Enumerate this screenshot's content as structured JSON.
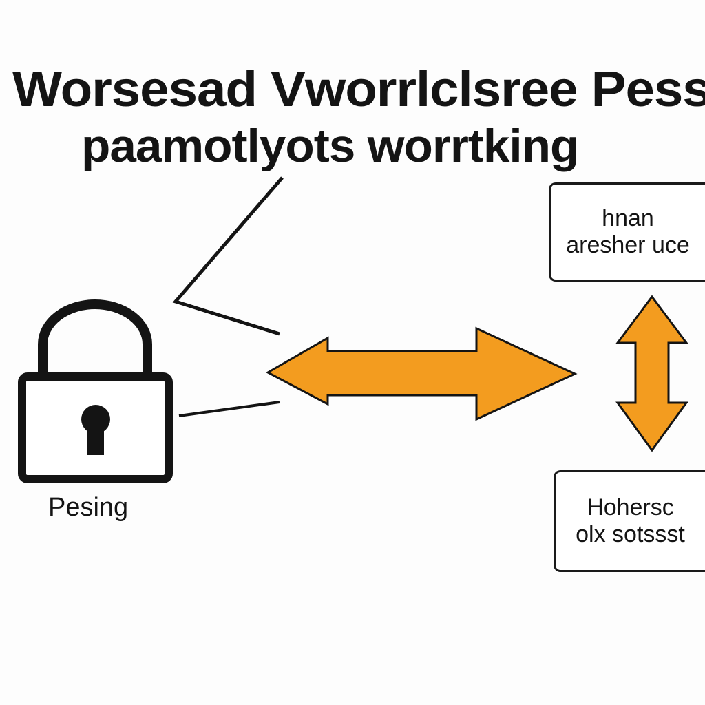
{
  "title": {
    "line1": "Worsesad Vworrlclsree Pessee",
    "line2": "paamotlyots  worrtking"
  },
  "lock": {
    "label": "Pesing",
    "icon": "padlock-icon"
  },
  "boxes": {
    "top": {
      "line1": "hnan",
      "line2": "aresher uce"
    },
    "bottom": {
      "line1": "Hohersc",
      "line2": "olx sotssst"
    }
  },
  "colors": {
    "arrow_fill": "#f39c1f",
    "stroke": "#141414",
    "background": "#fdfdfd"
  }
}
